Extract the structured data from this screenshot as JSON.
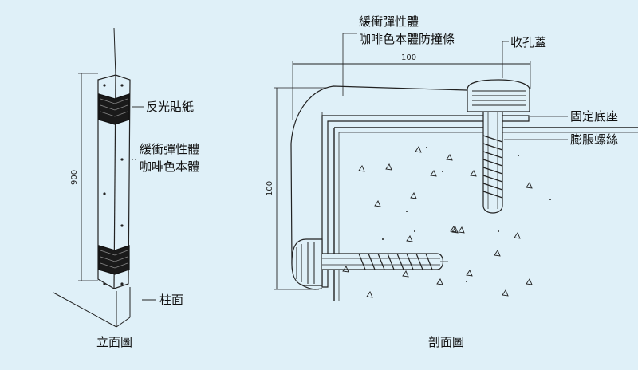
{
  "elevation": {
    "label_reflective": "反光貼紙",
    "label_material_1": "緩衝彈性體",
    "label_material_2": "咖啡色本體",
    "label_column": "柱面",
    "dim_height": "900",
    "caption": "立面圖"
  },
  "section": {
    "label_material_1": "緩衝彈性體",
    "label_material_2": "咖啡色本體防撞條",
    "label_cap": "收孔蓋",
    "label_base": "固定底座",
    "label_bolt": "膨脹螺絲",
    "dim_width": "100",
    "dim_height": "100",
    "caption": "剖面圖"
  }
}
